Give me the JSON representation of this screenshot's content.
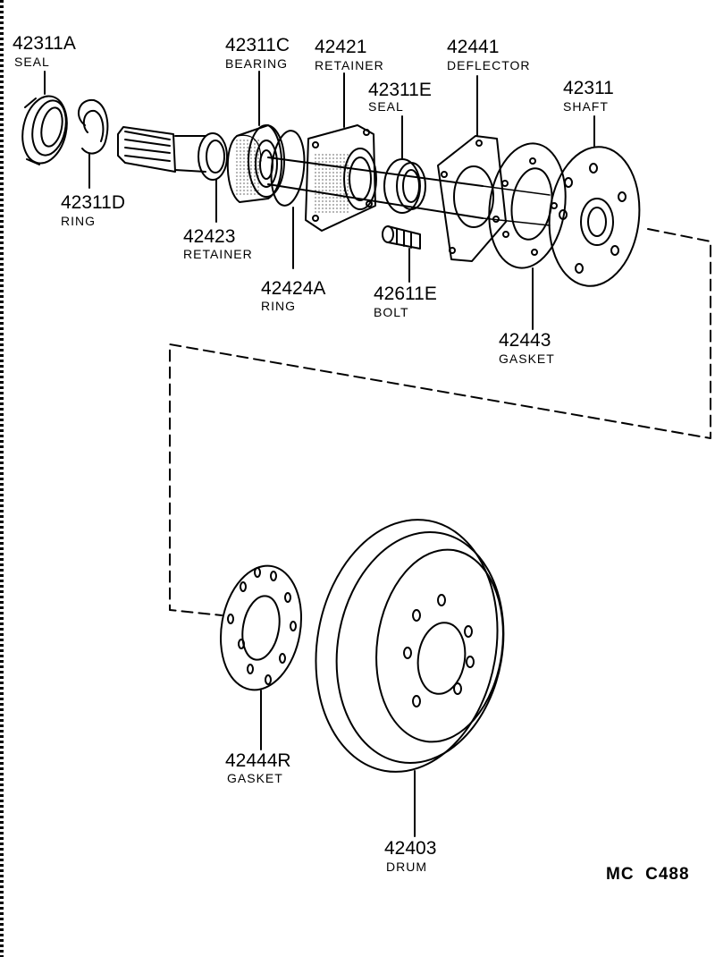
{
  "parts": {
    "p42311A": {
      "number": "42311A",
      "name": "SEAL"
    },
    "p42311C": {
      "number": "42311C",
      "name": "BEARING"
    },
    "p42421": {
      "number": "42421",
      "name": "RETAINER"
    },
    "p42441": {
      "number": "42441",
      "name": "DEFLECTOR"
    },
    "p42311": {
      "number": "42311",
      "name": "SHAFT"
    },
    "p42311E": {
      "number": "42311E",
      "name": "SEAL"
    },
    "p42311D": {
      "number": "42311D",
      "name": "RING"
    },
    "p42423": {
      "number": "42423",
      "name": "RETAINER"
    },
    "p42424A": {
      "number": "42424A",
      "name": "RING"
    },
    "p42611E": {
      "number": "42611E",
      "name": "BOLT"
    },
    "p42443": {
      "number": "42443",
      "name": "GASKET"
    },
    "p42444R": {
      "number": "42444R",
      "name": "GASKET"
    },
    "p42403": {
      "number": "42403",
      "name": "DRUM"
    }
  },
  "diagram_code": "MC  C488"
}
